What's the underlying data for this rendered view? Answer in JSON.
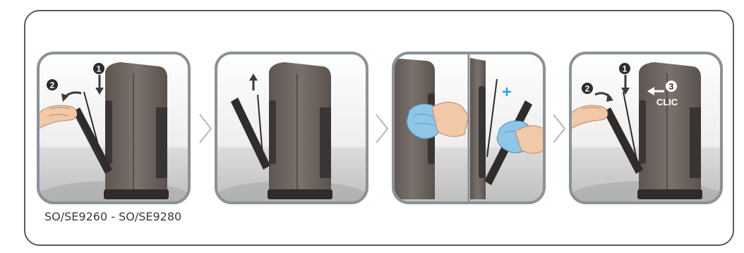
{
  "model_label": "SO/SE9260 - SO/SE9280",
  "steps": [
    {
      "markers": [
        "1",
        "2"
      ]
    },
    {
      "markers": []
    },
    {
      "markers": [
        "+"
      ]
    },
    {
      "markers": [
        "1",
        "2",
        "3"
      ],
      "clic_label": "CLIC"
    }
  ],
  "colors": {
    "frame_border": "#5b5b5b",
    "panel_border": "#8a9299",
    "device_body": "#6e6561",
    "device_dark": "#2e2b2a",
    "cloth": "#8fc6e6",
    "plus_accent": "#2aa6e0",
    "skin": "#f2c9a8"
  },
  "icons": [
    "arrow-down-icon",
    "arrow-up-icon",
    "curved-arrow-icon",
    "plus-icon",
    "chevron-right-icon",
    "hand-icon",
    "cloth-icon"
  ]
}
